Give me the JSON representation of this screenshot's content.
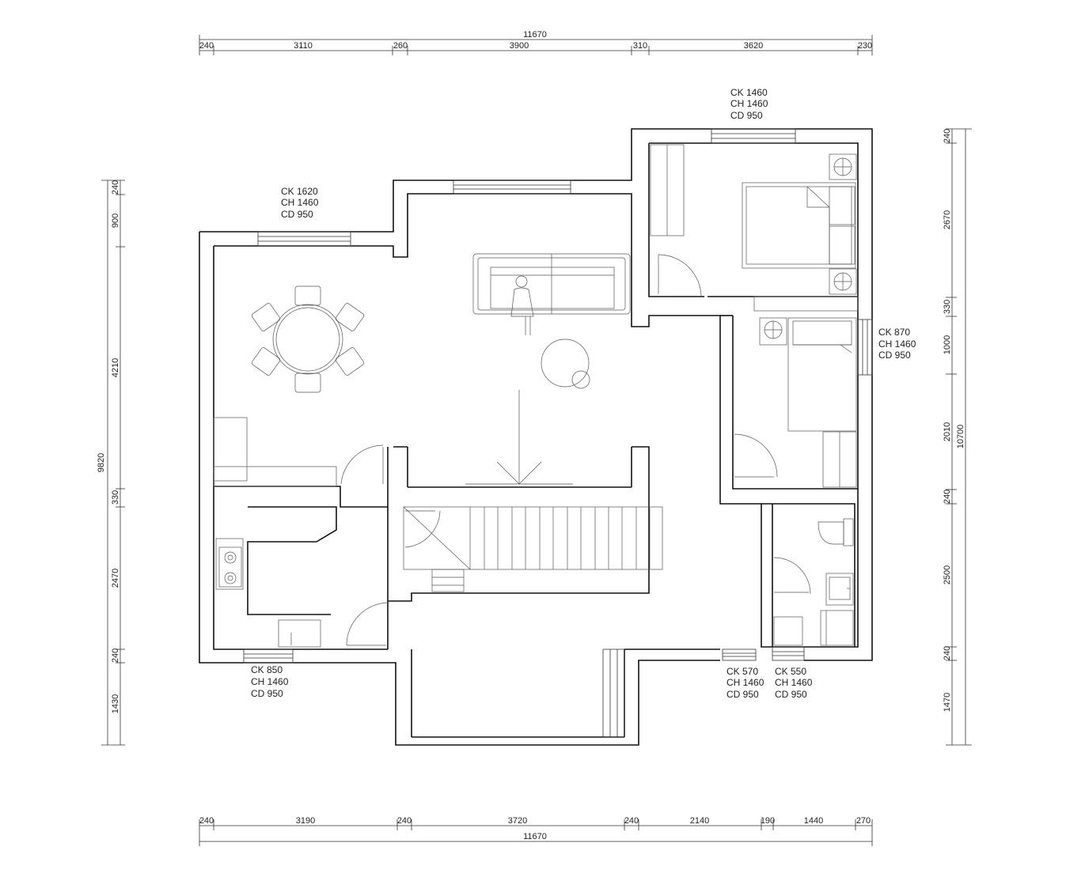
{
  "plan": {
    "dimensions": {
      "top_total": "11670",
      "top_segments": [
        "240",
        "3110",
        "260",
        "3900",
        "310",
        "3620",
        "230"
      ],
      "bottom_total": "11670",
      "bottom_segments": [
        "240",
        "3190",
        "240",
        "3720",
        "240",
        "2140",
        "190",
        "1440",
        "270"
      ],
      "left_total": "9820",
      "left_segments": [
        "240",
        "900",
        "4210",
        "330",
        "2470",
        "240",
        "1430"
      ],
      "right_total": "10700",
      "right_segments": [
        "240",
        "2670",
        "330",
        "1000",
        "2010",
        "240",
        "2500",
        "240",
        "1470"
      ]
    },
    "windows": [
      {
        "ck": "CK  1620",
        "ch": "CH 1460",
        "cd": "CD 950"
      },
      {
        "ck": "CK  1460",
        "ch": "CH 1460",
        "cd": "CD 950"
      },
      {
        "ck": "CK  870",
        "ch": "CH 1460",
        "cd": "CD 950"
      },
      {
        "ck": "CK  850",
        "ch": "CH 1460",
        "cd": "CD 950"
      },
      {
        "ck": "CK  570",
        "ch": "CH 1460",
        "cd": "CD 950"
      },
      {
        "ck": "CK  550",
        "ch": "CH 1460",
        "cd": "CD 950"
      }
    ]
  }
}
